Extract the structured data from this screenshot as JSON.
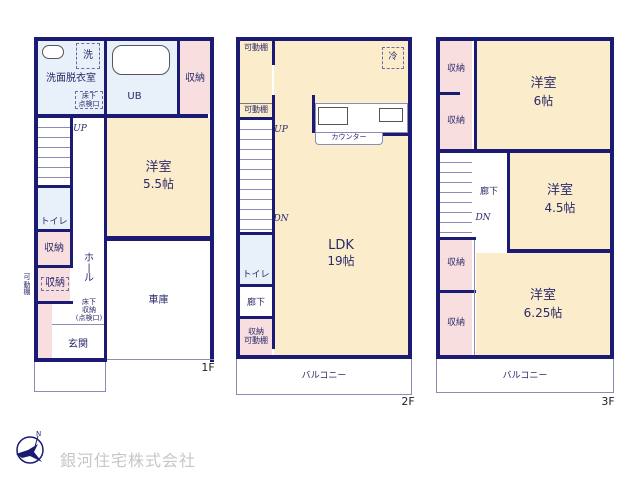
{
  "floors": {
    "f1": {
      "label": "1F",
      "rooms": {
        "washroom": "洗面脱衣室",
        "washer": "洗",
        "underfloor_hatch": "床下\n点検口",
        "bath": "UB",
        "storage_top": "収納",
        "western_room": {
          "name": "洋室",
          "size": "5.5帖"
        },
        "toilet": "トイレ",
        "storage_1": "収納",
        "storage_2": "収納",
        "movable_shelf": "可\n動\n棚",
        "hall": "ホ\n|\nル",
        "underfloor_storage": "床下\n収納\n(点検口)",
        "garage": "車庫",
        "entrance": "玄関",
        "stairs_up": "UP"
      }
    },
    "f2": {
      "label": "2F",
      "rooms": {
        "movable_shelf_1": "可動棚",
        "movable_shelf_2": "可動棚",
        "fridge": "冷",
        "counter": "カウンター",
        "ldk": {
          "name": "LDK",
          "size": "19帖"
        },
        "stairs_up": "UP",
        "stairs_down": "DN",
        "toilet": "トイレ",
        "corridor": "廊下",
        "storage": "収納\n可動棚",
        "balcony": "バルコニー"
      }
    },
    "f3": {
      "label": "3F",
      "rooms": {
        "storage_1": "収納",
        "storage_2": "収納",
        "western_room_1": {
          "name": "洋室",
          "size": "6帖"
        },
        "corridor": "廊下",
        "stairs_down": "DN",
        "western_room_2": {
          "name": "洋室",
          "size": "4.5帖"
        },
        "storage_3": "収納",
        "storage_4": "収納",
        "western_room_3": {
          "name": "洋室",
          "size": "6.25帖"
        },
        "balcony": "バルコニー"
      }
    }
  },
  "footer": {
    "company": "銀河住宅株式会社",
    "compass": "N"
  },
  "colors": {
    "wall": "#1b1b73",
    "room": "#fbeccb",
    "storage": "#f8dede",
    "wet": "#e8f0fa"
  }
}
